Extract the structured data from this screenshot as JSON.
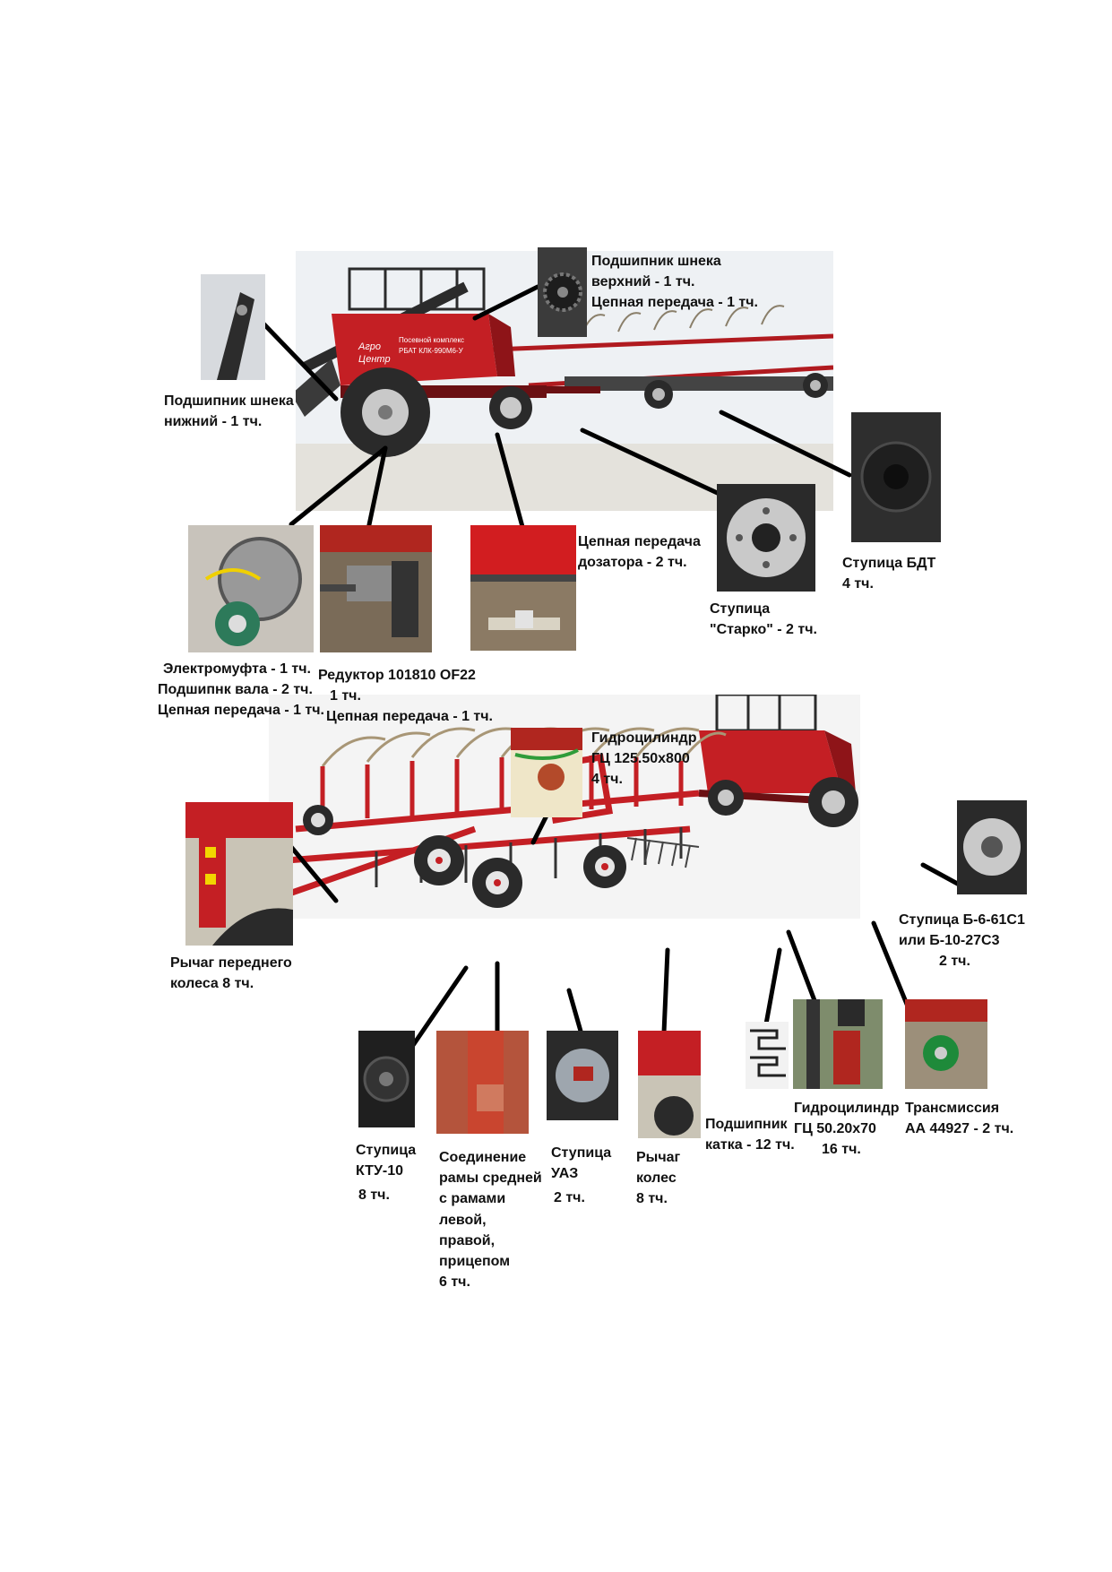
{
  "brand": {
    "name": "Агро Центр",
    "hopper_text": "Посевной комплекс РБАТ КЛК-990М6-У"
  },
  "colors": {
    "machine_red": "#c41f24",
    "dark_red": "#8e1418",
    "tire": "#2a2a2a",
    "rim": "#c9c9c9",
    "leader": "#000000",
    "sky": "#e9edf1"
  },
  "callouts_top": [
    {
      "id": "auger-upper",
      "icon": "chain-sprocket",
      "lines": [
        "Подшипник шнека",
        "верхний - 1 тч.",
        "Цепная передача - 1 тч."
      ]
    },
    {
      "id": "auger-lower",
      "icon": "auger-bracket",
      "lines": [
        "Подшипник шнека",
        "нижний - 1 тч."
      ]
    },
    {
      "id": "hub-bdt",
      "icon": "wheel-hub",
      "lines": [
        "Ступица БДТ",
        "4 тч."
      ]
    },
    {
      "id": "hub-starko",
      "icon": "wheel-hub",
      "lines": [
        "Ступица",
        "\"Старко\" - 2 тч."
      ]
    },
    {
      "id": "chain-meter",
      "icon": "chain-drive",
      "lines": [
        "Цепная передача",
        "дозатора - 2 тч."
      ]
    },
    {
      "id": "clutch",
      "icon": "electromagnetic-clutch",
      "lines": [
        "Электромуфта - 1 тч.",
        "Подшипнк вала - 2 тч.",
        "Цепная передача - 1 тч."
      ]
    },
    {
      "id": "gearbox",
      "icon": "gearbox",
      "lines": [
        "Редуктор 101810 OF22",
        "1 тч.",
        "Цепная передача - 1 тч."
      ]
    }
  ],
  "callouts_bottom": [
    {
      "id": "hydro-125",
      "icon": "hydraulic-cylinder",
      "lines": [
        "Гидроцилиндр",
        "ГЦ 125.50х800",
        "4 тч."
      ]
    },
    {
      "id": "lever-front",
      "icon": "lever",
      "lines": [
        "Рычаг переднего",
        "колеса 8 тч."
      ]
    },
    {
      "id": "hub-b6",
      "icon": "wheel-hub",
      "lines": [
        "Ступица Б-6-61С1",
        "или Б-10-27С3",
        "2 тч."
      ]
    },
    {
      "id": "hub-ktu",
      "icon": "wheel-hub",
      "lines": [
        "Ступица",
        "КТУ-10",
        "",
        "8 тч."
      ]
    },
    {
      "id": "frame-joint",
      "icon": "frame-joint",
      "lines": [
        "Соединение",
        "рамы средней",
        "с рамами",
        "левой,",
        "правой,",
        "прицепом",
        "6 тч."
      ]
    },
    {
      "id": "hub-uaz",
      "icon": "wheel-hub",
      "lines": [
        "Ступица",
        "УАЗ",
        "",
        "2 тч."
      ]
    },
    {
      "id": "lever-wheels",
      "icon": "lever",
      "lines": [
        "Рычаг",
        "колес",
        "8 тч."
      ]
    },
    {
      "id": "roller-bearing",
      "icon": "roller-bearing",
      "lines": [
        "Подшипник",
        "катка - 12 тч."
      ]
    },
    {
      "id": "hydro-50",
      "icon": "hydraulic-cylinder",
      "lines": [
        "Гидроцилиндр",
        "ГЦ 50.20х70",
        "16 тч."
      ]
    },
    {
      "id": "transmission",
      "icon": "transmission",
      "lines": [
        "Трансмиссия",
        "АА 44927 - 2 тч."
      ]
    }
  ]
}
